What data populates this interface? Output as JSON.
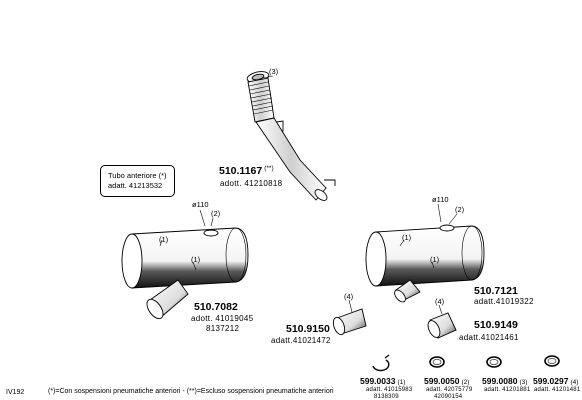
{
  "parts": {
    "pipe": {
      "code": "510.1167",
      "sup": "(**)",
      "adatt": "adott. 41210818",
      "callout": "(3)"
    },
    "note": {
      "line1": "Tubo anteriore (*)",
      "line2": "adatt. 41213532"
    },
    "silencer_left": {
      "code": "510.7082",
      "adatt": "adott. 41019045",
      "adatt2": "8137212",
      "diameter": "ø110",
      "callout1": "(1)",
      "callout2": "(2)",
      "callout3": "(1)"
    },
    "silencer_right": {
      "code": "510.7121",
      "adatt": "adatt.41019322",
      "diameter": "ø110",
      "callout1": "(1)",
      "callout2": "(2)",
      "callout3": "(1)"
    },
    "elbow_left": {
      "code": "510.9150",
      "adatt": "adatt.41021472",
      "callout": "(4)"
    },
    "elbow_right": {
      "code": "510.9149",
      "adatt": "adatt.41021461",
      "callout": "(4)"
    },
    "clamps": [
      {
        "code": "599.0033",
        "qty": "(1)",
        "adatt": "adatt. 41015983",
        "adatt2": "8138309"
      },
      {
        "code": "599.0050",
        "qty": "(2)",
        "adatt": "adatt. 42075779",
        "adatt2": "42090154"
      },
      {
        "code": "599.0080",
        "qty": "(3)",
        "adatt": "adatt. 41201881",
        "adatt2": ""
      },
      {
        "code": "599.0297",
        "qty": "(4)",
        "adatt": "adatt. 41201481",
        "adatt2": ""
      }
    ]
  },
  "footer": {
    "id": "IV192",
    "legend": "(*)=Con sospensioni pneumatiche anteriori  -  (**)=Escluso sospensioni pneumatiche anteriori"
  }
}
